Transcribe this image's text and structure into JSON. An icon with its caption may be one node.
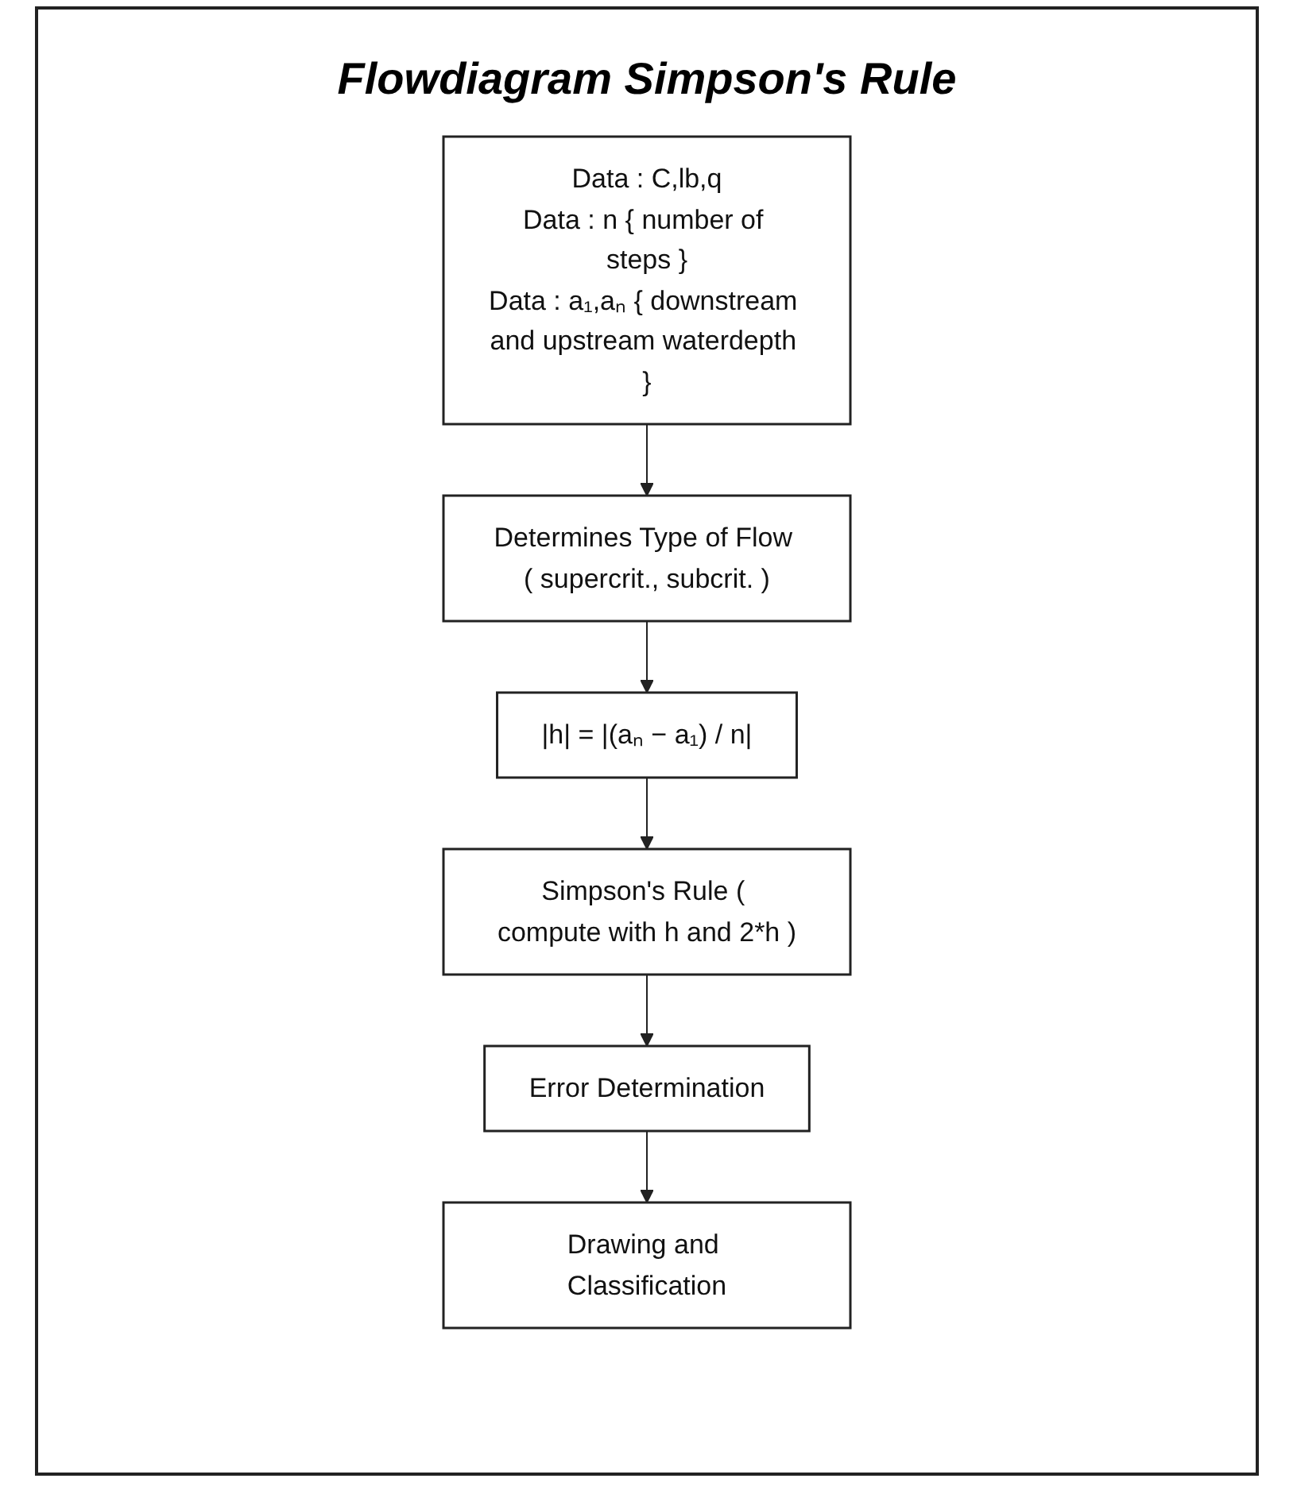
{
  "diagram": {
    "title": "Flowdiagram Simpson's Rule",
    "nodes": [
      {
        "text": [
          "Data : C,lb,q",
          "Data : n { number of steps }",
          "Data : a₁,aₙ { downstream and upstream waterdepth }"
        ]
      },
      {
        "text": [
          "Determines Type of Flow ( supercrit., subcrit. )"
        ]
      },
      {
        "text": [
          "|h| = |(aₙ − a₁) / n|"
        ]
      },
      {
        "text": [
          "Simpson's Rule ( compute with h and 2*h )"
        ]
      },
      {
        "text": [
          "Error Determination"
        ]
      },
      {
        "text": [
          "Drawing and Classification"
        ]
      }
    ],
    "edges": [
      {
        "from": 0,
        "to": 1,
        "arrow": "to"
      },
      {
        "from": 1,
        "to": 2,
        "arrow": "to"
      },
      {
        "from": 2,
        "to": 3,
        "arrow": "to"
      },
      {
        "from": 3,
        "to": 4,
        "arrow": "to"
      },
      {
        "from": 4,
        "to": 5,
        "arrow": "to"
      }
    ]
  }
}
